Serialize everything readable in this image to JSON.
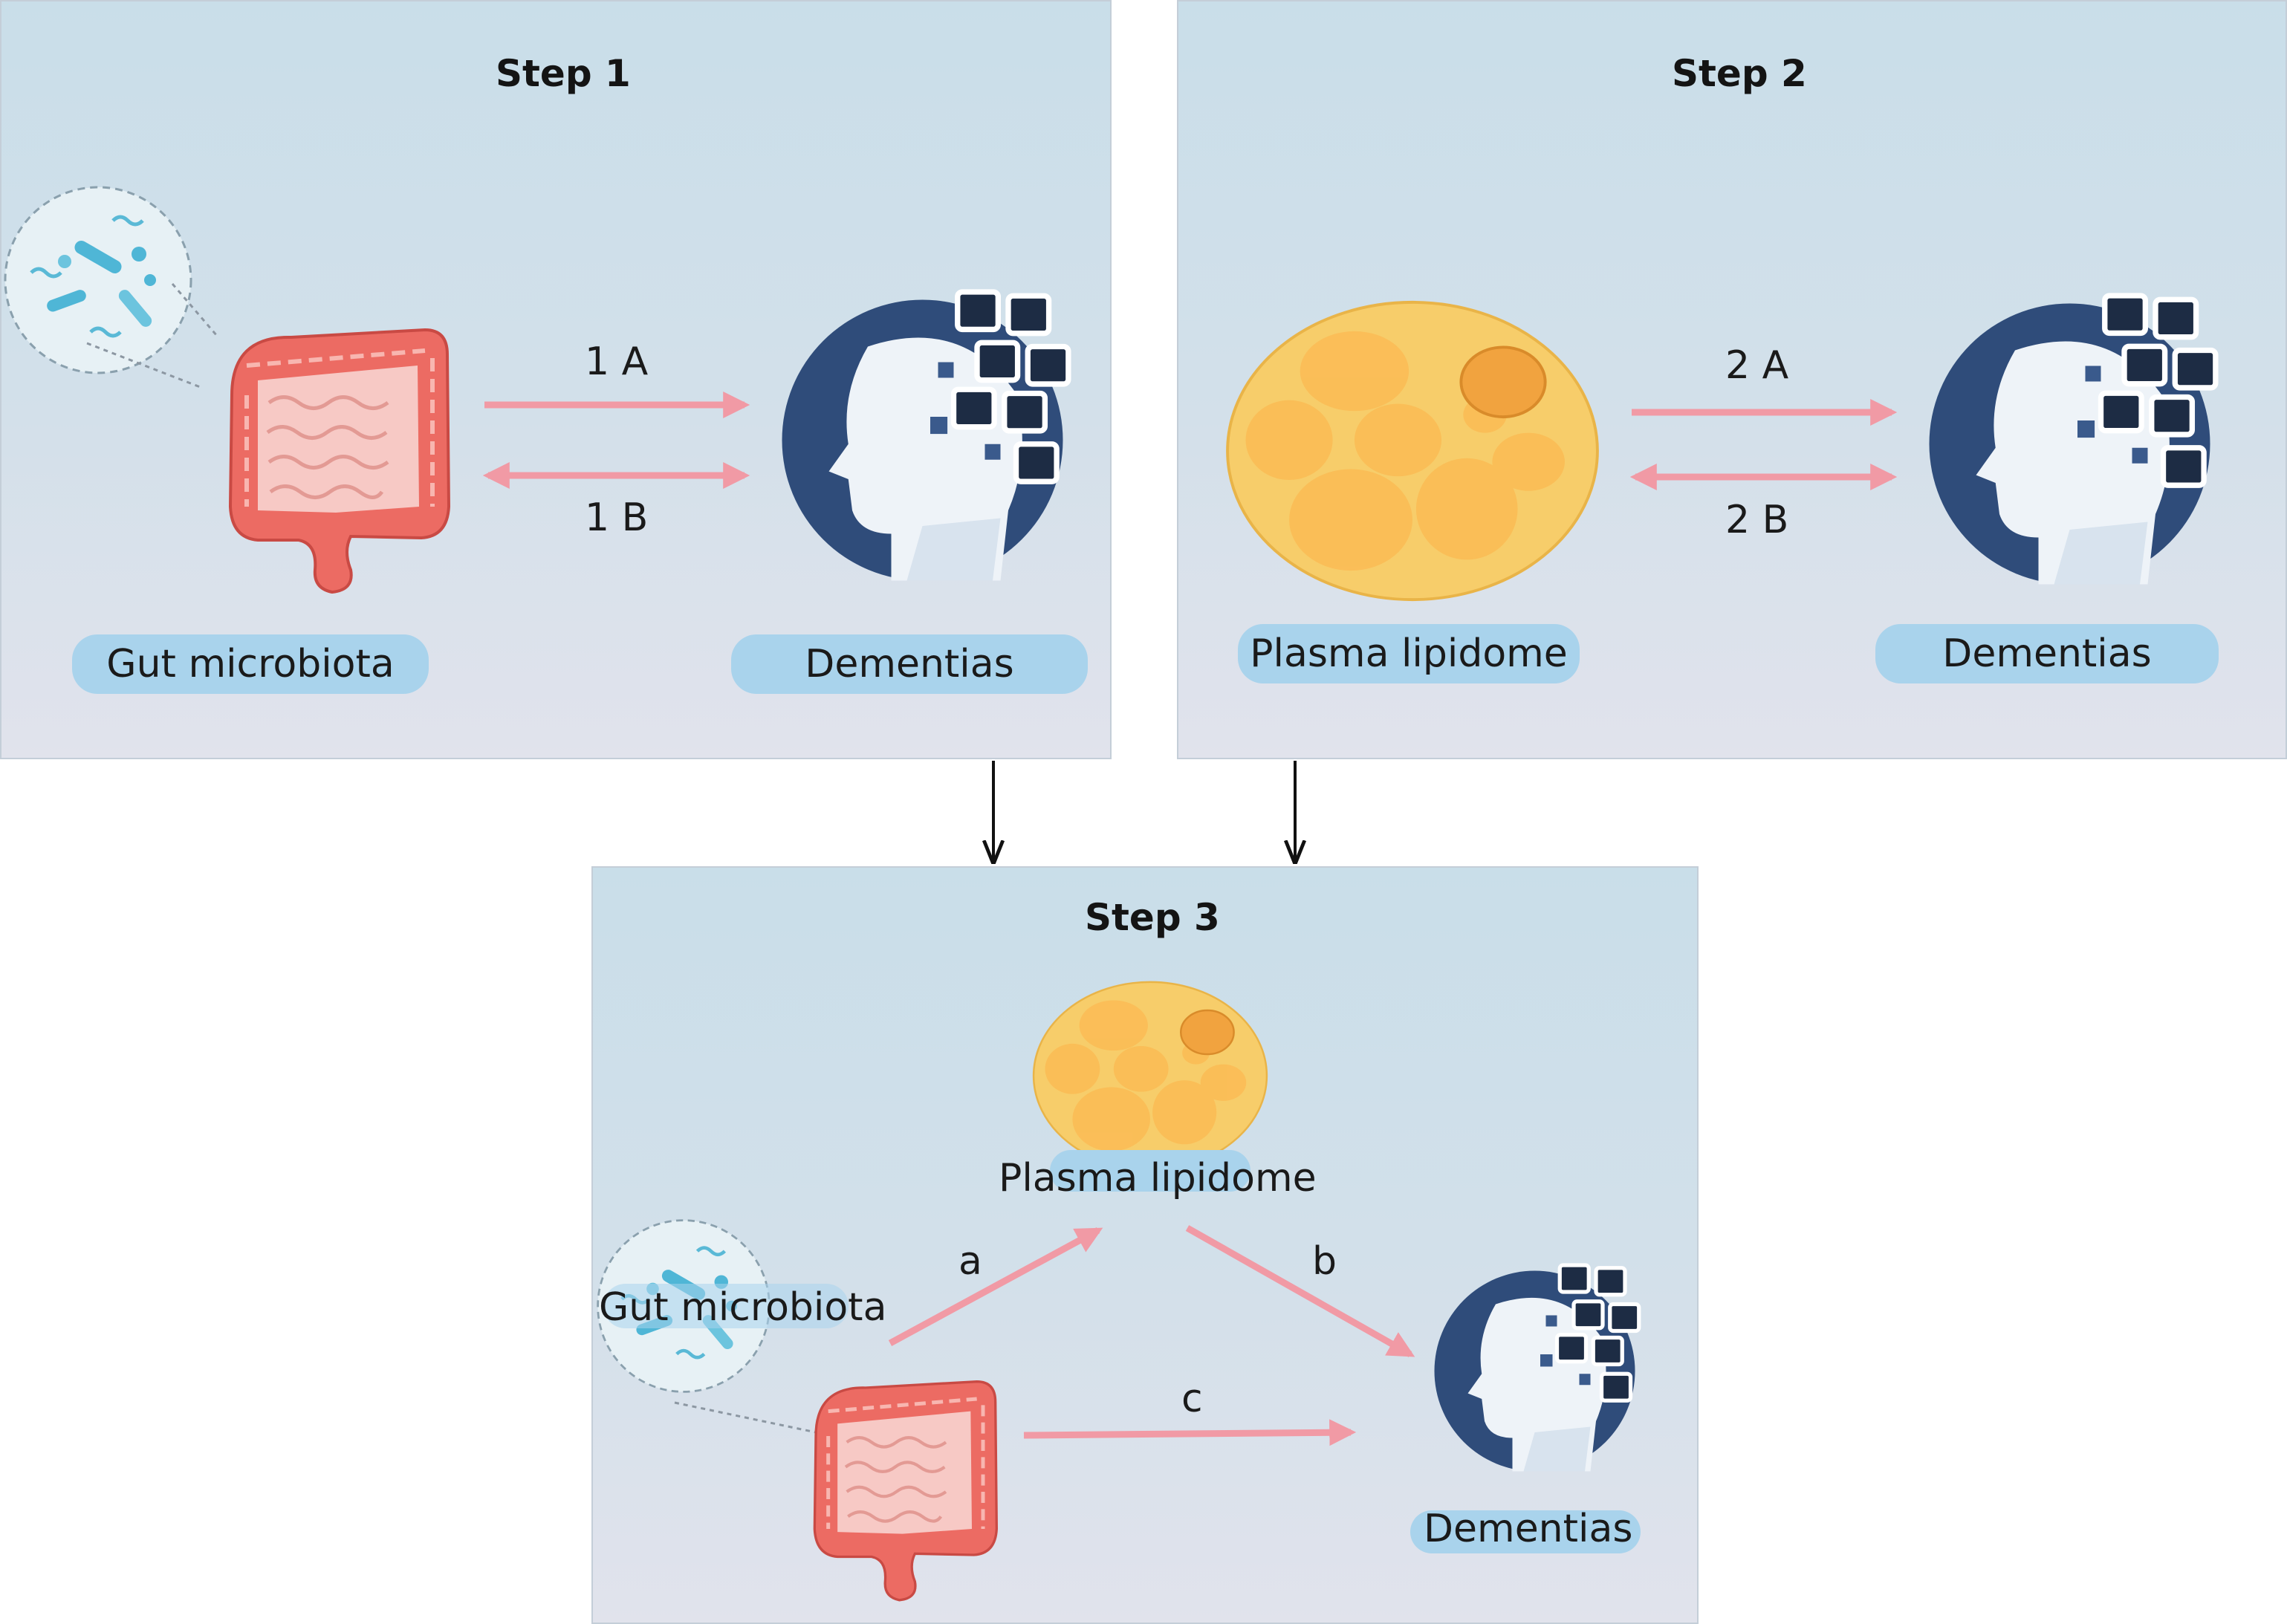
{
  "steps": {
    "step1": {
      "title": "Step 1",
      "source": "Gut microbiota",
      "target": "Dementias",
      "arrow_a": "1 A",
      "arrow_b": "1 B"
    },
    "step2": {
      "title": "Step 2",
      "source": "Plasma lipidome",
      "target": "Dementias",
      "arrow_a": "2 A",
      "arrow_b": "2 B"
    },
    "step3": {
      "title": "Step 3",
      "mediator": "Plasma lipidome",
      "exposure": "Gut microbiota",
      "outcome": "Dementias",
      "path_a": "a",
      "path_b": "b",
      "path_c": "c"
    }
  },
  "colors": {
    "panel_bg": "#cfe0ea",
    "pill": "#a9d3ec",
    "arrow_pink": "#f19aa5",
    "gut": "#ec6b63",
    "lipid": "#f7cd6a",
    "head_circle": "#2f4c7a"
  },
  "icons": [
    "gut-icon",
    "microbe-icon",
    "head-puzzle-icon",
    "lipid-droplet-icon"
  ]
}
